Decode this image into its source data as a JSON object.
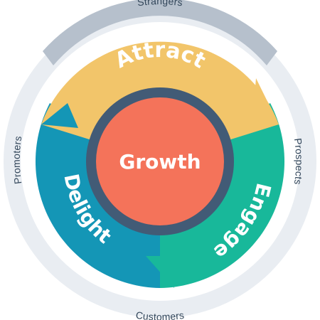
{
  "diagram": {
    "outer_labels": {
      "top": "Strangers",
      "right": "Prospects",
      "bottom": "Customers",
      "left": "Promoters"
    },
    "segments": {
      "attract": "Attract",
      "engage": "Engage",
      "delight": "Delight"
    },
    "center": "Growth"
  },
  "colors": {
    "outer_ring": "#e1e6ed",
    "outer_ring_dark": "#b6c0cc",
    "attract": "#f2c56a",
    "engage": "#18b89a",
    "delight": "#1496b6",
    "center": "#f4735a",
    "center_ring": "#425b76",
    "text_dark": "#33475b"
  }
}
